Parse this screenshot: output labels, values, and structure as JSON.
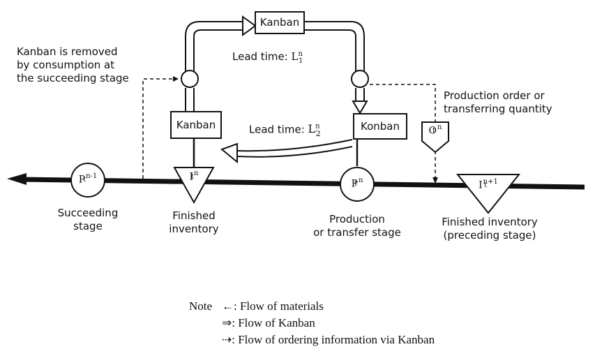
{
  "labels": {
    "kanban_removed": [
      "Kanban is removed",
      "by consumption at",
      "the succeeding stage"
    ],
    "lead_time_1": "Lead time:",
    "lead_time_1_sym": "L",
    "lead_time_1_sup": "n",
    "lead_time_1_sub": "1",
    "lead_time_2": "Lead time:",
    "lead_time_2_sym": "L",
    "lead_time_2_sup": "n",
    "lead_time_2_sub": "2",
    "production_order": [
      "Production order or",
      "transferring quantity"
    ],
    "succeeding_stage": [
      "Succeeding",
      "stage"
    ],
    "finished_inventory": [
      "Finished",
      "inventory"
    ],
    "production_stage": [
      "Production",
      "or transfer stage"
    ],
    "finished_inventory_preceding": [
      "Finished inventory",
      "(preceding stage)"
    ]
  },
  "boxes": {
    "kanban_top": "Kanban",
    "kanban_left": "Kanban",
    "kanban_right": "Konban"
  },
  "symbols": {
    "p_prev": {
      "base": "P",
      "sup": "n-1",
      "sub": "t"
    },
    "i_curr": {
      "base": "I",
      "sup": "n",
      "sub": "t"
    },
    "p_curr": {
      "base": "P",
      "sup": "n",
      "sub": "t"
    },
    "i_next": {
      "base": "I",
      "sup": "n+1",
      "sub": "t"
    },
    "order": {
      "base": "O",
      "sup": "n",
      "sub": "t"
    }
  },
  "note": {
    "prefix": "Note",
    "lines": [
      {
        "arrow": "←",
        "text": ": Flow of materials"
      },
      {
        "arrow": "⇒",
        "text": ": Flow of Kanban"
      },
      {
        "arrow": "⇢",
        "text": ": Flow of ordering information via Kanban"
      }
    ]
  }
}
